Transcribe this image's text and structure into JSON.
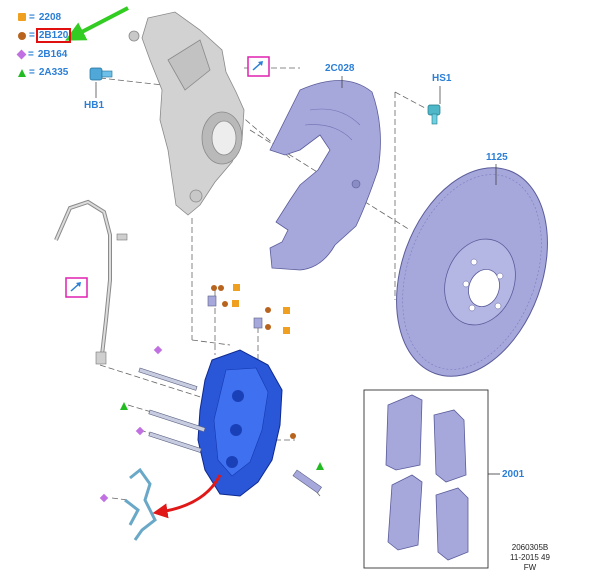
{
  "legend": [
    {
      "code": "2208",
      "shape": "square",
      "color": "#f0a020"
    },
    {
      "code": "2B120",
      "shape": "circle",
      "color": "#b8641e",
      "highlighted": true
    },
    {
      "code": "2B164",
      "shape": "diamond",
      "color": "#c070e0"
    },
    {
      "code": "2A335",
      "shape": "triangle",
      "color": "#22bb22"
    }
  ],
  "legend_eq": "=",
  "labels": {
    "hb1": "HB1",
    "c028": "2C028",
    "hs1": "HS1",
    "p1125": "1125",
    "p2001": "2001"
  },
  "footer": {
    "line1": "2060305B",
    "line2": "11-2015 49",
    "line3": "FW"
  },
  "colors": {
    "part_blue": "#2a56d8",
    "part_lavender": "#a6a8dc",
    "part_grey": "#cfcfcf",
    "arrow_green": "#33cc22",
    "arrow_red": "#e01818",
    "ref_magenta": "#e020b0"
  }
}
